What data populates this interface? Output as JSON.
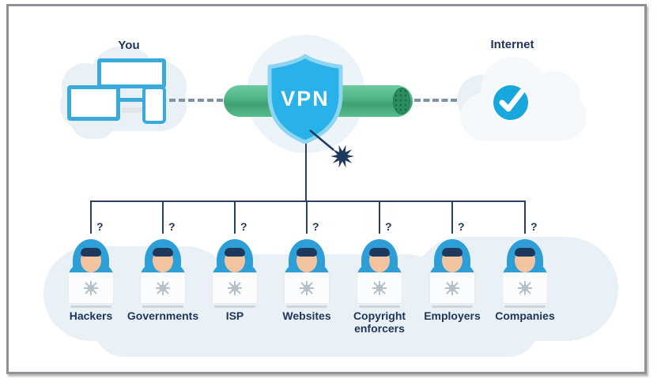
{
  "nodes": {
    "you": {
      "label": "You"
    },
    "vpn": {
      "label": "VPN"
    },
    "internet": {
      "label": "Internet"
    }
  },
  "question_mark": "?",
  "threats": [
    {
      "label": "Hackers"
    },
    {
      "label": "Governments"
    },
    {
      "label": "ISP"
    },
    {
      "label": "Websites"
    },
    {
      "label": "Copyright enforcers"
    },
    {
      "label": "Employers"
    },
    {
      "label": "Companies"
    }
  ],
  "icons": {
    "you_devices": "monitor-laptop-phone",
    "vpn_shield": "shield-badge",
    "tunnel": "green-tunnel-pipe",
    "internet_cloud": "cloud-with-checkmark",
    "blocked_threat": "starburst",
    "threat_figure": "hooded-spy-with-laptop",
    "laptop_bug": "spider-bug"
  },
  "colors": {
    "text_navy": "#20355a",
    "line_navy": "#2a3f63",
    "shield_blue": "#29b2ea",
    "shield_rim": "#8ed5f2",
    "device_blue": "#3aa9dc",
    "hood_blue": "#2d9ed6",
    "tunnel_green": "#52b88b",
    "tunnel_end_green": "#2b8d60",
    "check_blue": "#17a7dc",
    "skin": "#f2c49f",
    "cloud_light": "#e9f1f7",
    "dash_gray": "#7e92a5"
  }
}
